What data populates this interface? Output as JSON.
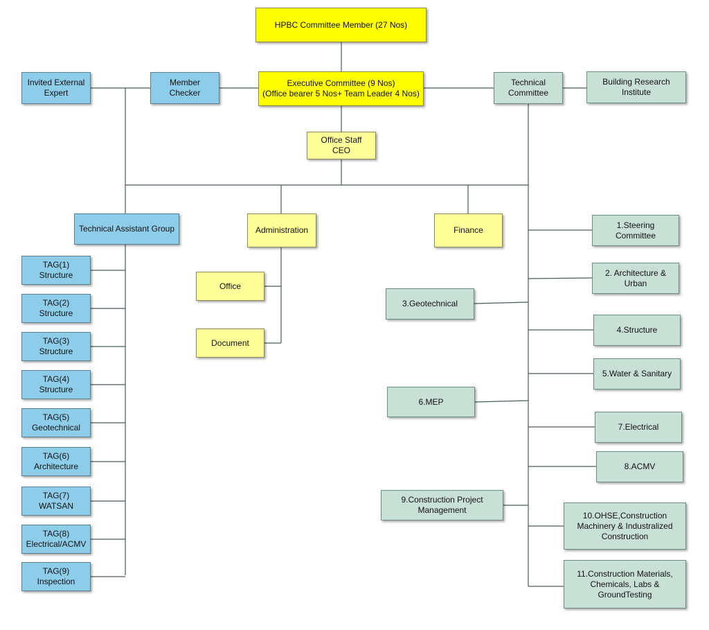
{
  "colors": {
    "line": "#4a5a5a",
    "top": "#ffff00",
    "light_yellow": "#ffff99",
    "blue": "#8ecdea",
    "green": "#c9e0d6"
  },
  "nodes": {
    "hpbc": "HPBC Committee Member (27 Nos)",
    "executive": "Executive Committee (9 Nos)\n(Office bearer 5 Nos+ Team Leader 4 Nos)",
    "invited_expert": "Invited External\nExpert",
    "member_checker": "Member Checker",
    "technical_committee": "Technical\nCommittee",
    "building_research": "Building Research\nInstitute",
    "office_staff": "Office Staff\nCEO",
    "tag_group": "Technical Assistant Group",
    "administration": "Administration",
    "finance": "Finance",
    "office": "Office",
    "document": "Document"
  },
  "tags": [
    "TAG(1)\nStructure",
    "TAG(2)\nStructure",
    "TAG(3)\nStructure",
    "TAG(4)\nStructure",
    "TAG(5)\nGeotechnical",
    "TAG(6)\nArchitecture",
    "TAG(7)\nWATSAN",
    "TAG(8)\nElectrical/ACMV",
    "TAG(9)\nInspection"
  ],
  "subcommittees": [
    "1.Steering Committee",
    "2. Architecture &\nUrban",
    "3.Geotechnical",
    "4.Structure",
    "5.Water & Sanitary",
    "6.MEP",
    "7.Electrical",
    "8.ACMV",
    "9.Construction Project\nManagement",
    "10.OHSE,Construction\nMachinery & Industralized\nConstruction",
    "11.Construction Materials,\nChemicals, Labs &\nGroundTesting"
  ]
}
